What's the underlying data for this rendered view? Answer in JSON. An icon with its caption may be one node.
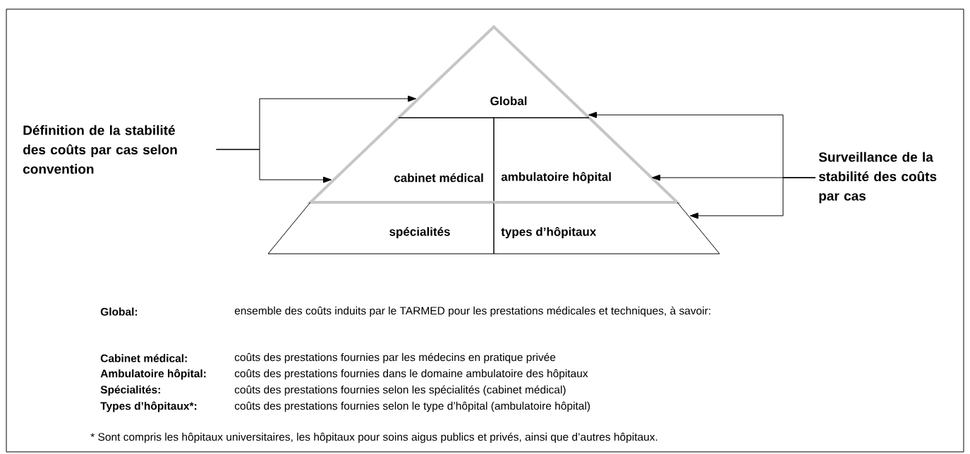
{
  "diagram": {
    "nodes": [
      {
        "text": [
          "Définition de la stabilité des coûts par cas selon convention"
        ]
      },
      {
        "text": [
          "Global"
        ]
      },
      {
        "text": [
          "cabinet médical"
        ]
      },
      {
        "text": [
          "ambulatoire hôpital"
        ]
      },
      {
        "text": [
          "spécialités"
        ]
      },
      {
        "text": [
          "types d’hôpitaux"
        ]
      },
      {
        "text": [
          "Surveillance de la stabilité des coûts par cas"
        ]
      }
    ],
    "edges": [
      {
        "from": 0,
        "to": 1,
        "arrow": "to"
      },
      {
        "from": 0,
        "to": 2,
        "arrow": "to"
      },
      {
        "from": 6,
        "to": 1,
        "arrow": "to"
      },
      {
        "from": 6,
        "to": 3,
        "arrow": "to"
      },
      {
        "from": 6,
        "to": 5,
        "arrow": "to"
      }
    ],
    "labels": [
      "Global:",
      "ensemble des coûts induits par le TARMED pour les prestations médicales et techniques, à savoir:",
      "Cabinet médical:",
      "coûts des prestations fournies par les médecins en pratique privée",
      "Ambulatoire hôpital:",
      "coûts des prestations fournies dans le domaine ambulatoire des hôpitaux",
      "Spécialités:",
      "coûts des prestations fournies selon les spécialités (cabinet médical)",
      "Types d’hôpitaux*:",
      "coûts des prestations fournies selon le type d’hôpital (ambulatoire hôpital)",
      "* Sont compris les hôpitaux universitaires, les hôpitaux pour soins aigus publics et privés, ainsi que d’autres hôpitaux."
    ]
  }
}
